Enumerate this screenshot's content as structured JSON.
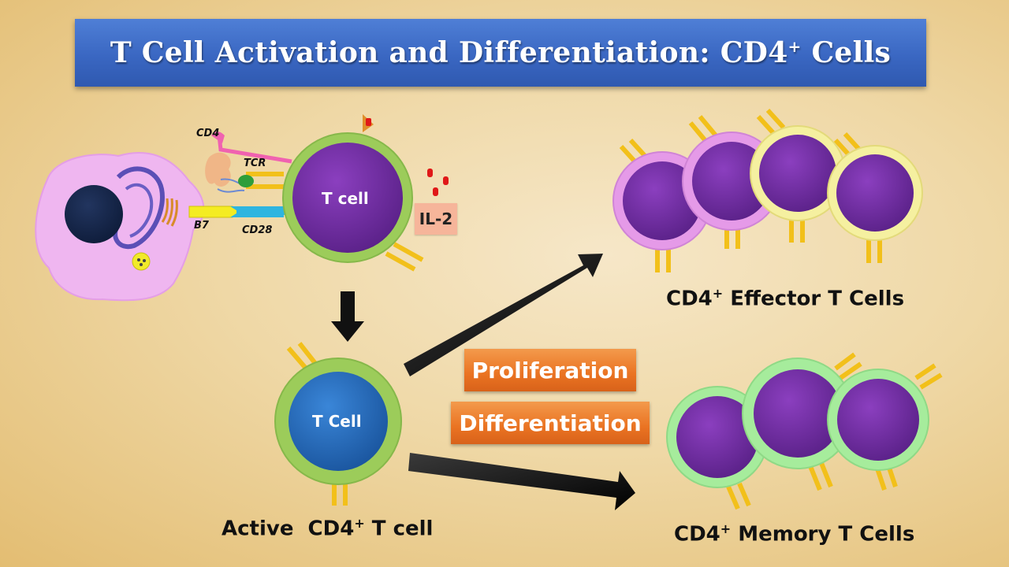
{
  "title": {
    "text": "T Cell Activation and Differentiation: CD4",
    "superscript": "+",
    "suffix": " Cells"
  },
  "labels": {
    "cd4": "CD4",
    "tcr": "TCR",
    "b7": "B7",
    "cd28": "CD28",
    "t_cell_naive": "T cell",
    "il2": "IL-2",
    "t_cell_active": "T Cell"
  },
  "active_caption": {
    "prefix": "Active  CD4",
    "sup": "+",
    "suffix": " T cell"
  },
  "effector_caption": {
    "prefix": "CD4",
    "sup": "+",
    "suffix": " Effector T Cells"
  },
  "memory_caption": {
    "prefix": "CD4",
    "sup": "+",
    "suffix": " Memory T Cells"
  },
  "process": {
    "proliferation": "Proliferation",
    "differentiation": "Differentiation"
  },
  "colors": {
    "title_bar": "#3a67c2",
    "nucleus_purple": "#6a2b9a",
    "active_nucleus": "#1f5fb0",
    "membrane_green": "#9ccc5a",
    "effector_pink": "#e59ae8",
    "effector_yellow": "#f5f0a0",
    "memory_green": "#a6ec9c",
    "receptor_yellow": "#f2c01a",
    "arrow_black": "#111111",
    "badge_orange": "#ea7322",
    "apc_pink": "#efb6f0"
  }
}
